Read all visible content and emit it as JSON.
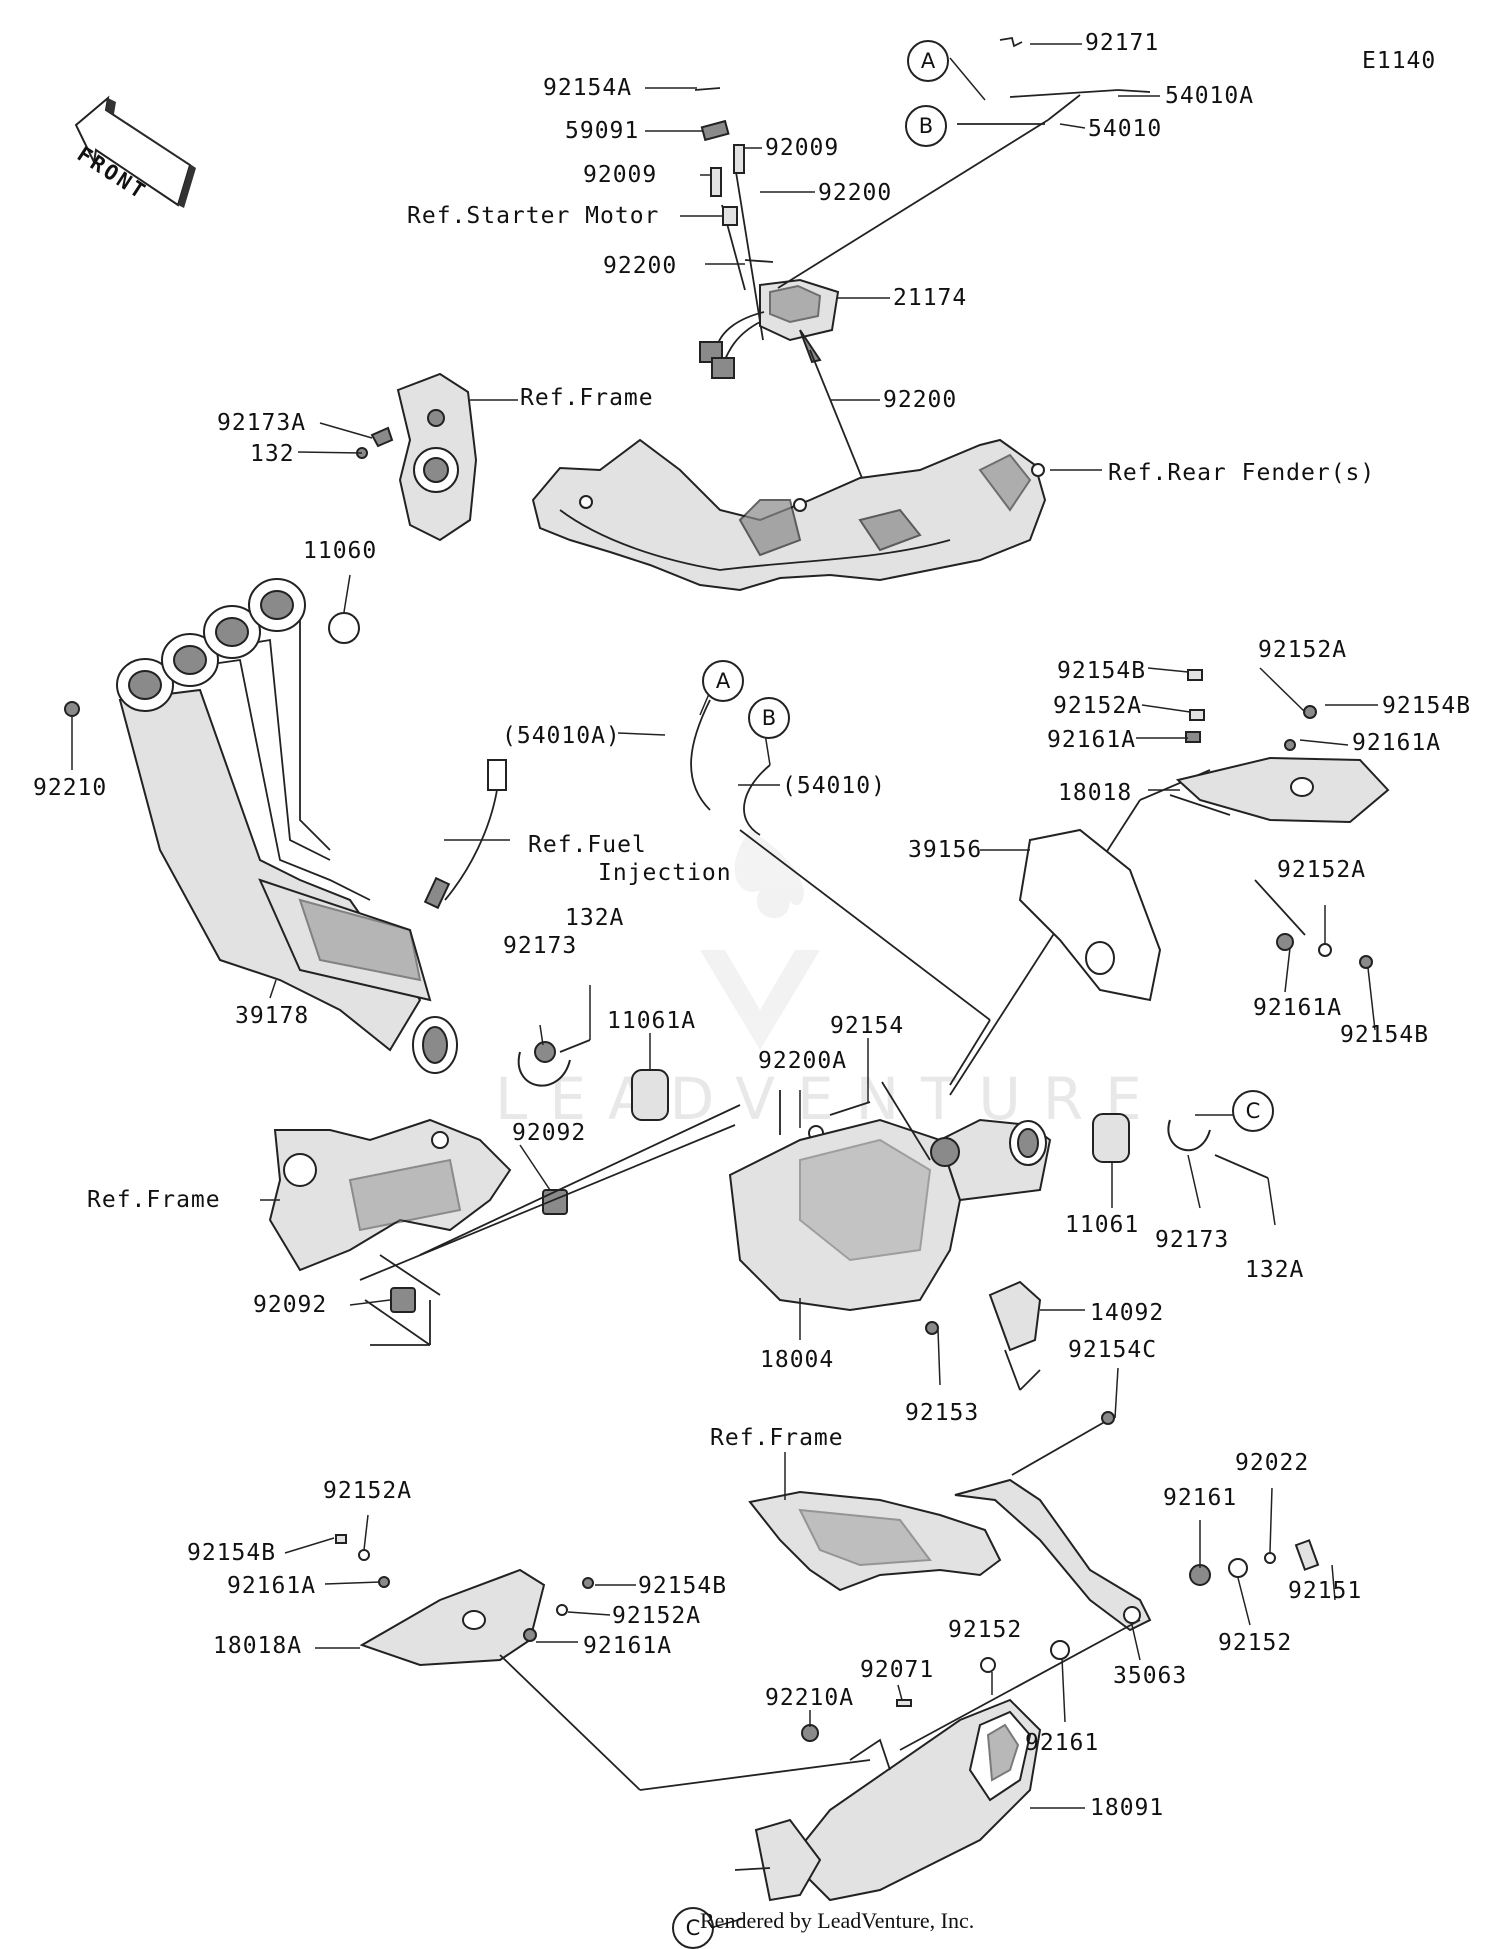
{
  "diagram_id": "E1140",
  "front_label": "FRONT",
  "footer": "Rendered by LeadVenture, Inc.",
  "watermark": "LEADVENTURE",
  "callouts": {
    "a1": "A",
    "b1": "B",
    "a2": "A",
    "b2": "B",
    "c1": "C",
    "c2": "C"
  },
  "labels": {
    "p92171": "92171",
    "p92154A": "92154A",
    "p54010A": "54010A",
    "p54010": "54010",
    "p59091": "59091",
    "p92009a": "92009",
    "p92009b": "92009",
    "p92200a": "92200",
    "refStarter": "Ref.Starter Motor",
    "p92200b": "92200",
    "p21174": "21174",
    "p92200c": "92200",
    "refFrame1": "Ref.Frame",
    "p92173A": "92173A",
    "p132a": "132",
    "refRearFender": "Ref.Rear Fender(s)",
    "p11060": "11060",
    "p92154B_1": "92154B",
    "p92152A_1": "92152A",
    "p92152A_2": "92152A",
    "p92154B_2": "92154B",
    "p92161A_1": "92161A",
    "p92161A_2": "92161A",
    "p18018": "18018",
    "p92210": "92210",
    "p54010A_paren": "(54010A)",
    "p54010_paren": "(54010)",
    "refFuel1": "Ref.Fuel",
    "refFuel2": "Injection",
    "p39156": "39156",
    "p92152A_3": "92152A",
    "p39178": "39178",
    "p132A_1": "132A",
    "p92173_1": "92173",
    "p11061A": "11061A",
    "p92154": "92154",
    "p92161A_3": "92161A",
    "p92154B_3": "92154B",
    "p92200A": "92200A",
    "p92092_1": "92092",
    "refFrame2": "Ref.Frame",
    "p11061": "11061",
    "p92173_2": "92173",
    "p132A_2": "132A",
    "p92092_2": "92092",
    "p18004": "18004",
    "p14092": "14092",
    "p92154C": "92154C",
    "p92153": "92153",
    "refFrame3": "Ref.Frame",
    "p92022": "92022",
    "p92152A_4": "92152A",
    "p92161": "92161",
    "p92154B_4": "92154B",
    "p92161A_4": "92161A",
    "p92154B_5": "92154B",
    "p92152A_5": "92152A",
    "p92151": "92151",
    "p92152_1": "92152",
    "p18018A": "18018A",
    "p92161A_5": "92161A",
    "p92152_2": "92152",
    "p92071": "92071",
    "p92210A": "92210A",
    "p92161_2": "92161",
    "p35063": "35063",
    "p18091": "18091"
  }
}
